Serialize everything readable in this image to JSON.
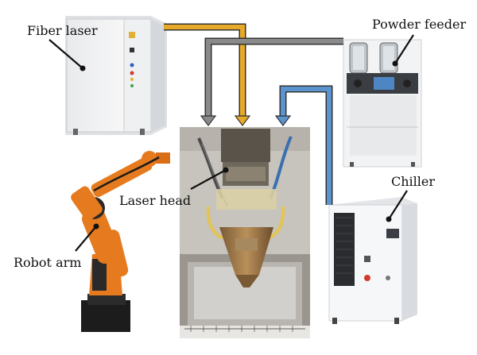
{
  "labels": {
    "fiber_laser": "Fiber laser",
    "powder_feeder": "Powder feeder",
    "laser_head": "Laser head",
    "chiller": "Chiller",
    "robot_arm": "Robot arm"
  },
  "colors": {
    "laser_line": "#e8a92a",
    "powder_line": "#8a8a8a",
    "coolant_line": "#5b93cf",
    "robot_orange": "#e67a1e"
  }
}
